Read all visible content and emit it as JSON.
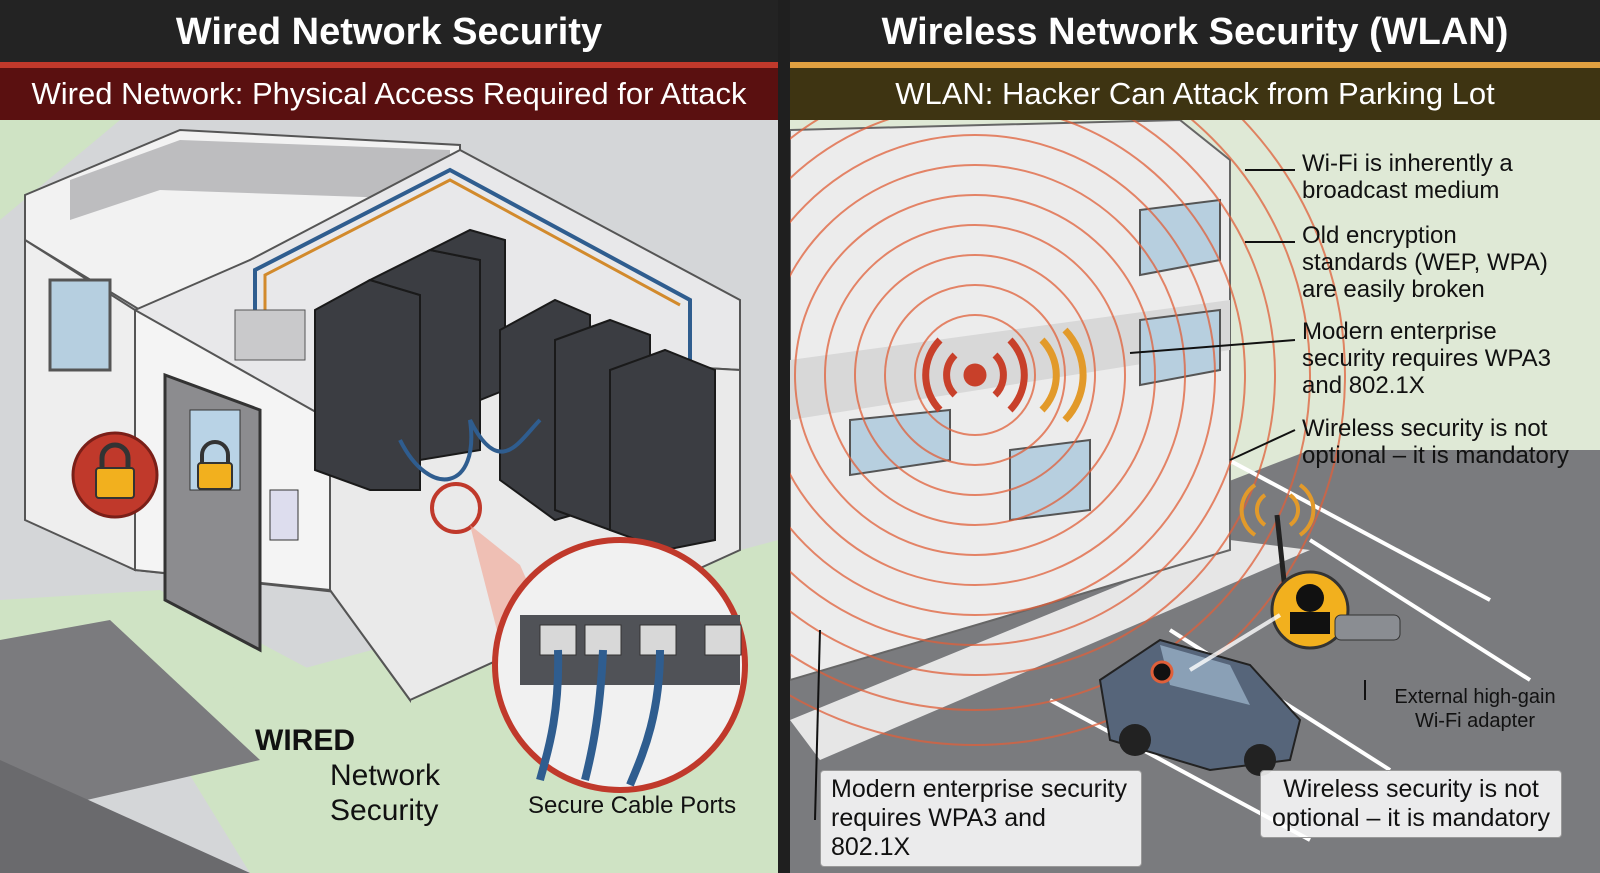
{
  "colors": {
    "wired_accent": "#c0392b",
    "wired_band": "#5a1010",
    "wlan_accent": "#e0a040",
    "wlan_band": "#3e3412",
    "signal": "#e0603a",
    "hacker_circle": "#f2b01e"
  },
  "wired": {
    "title": "Wired Network Security",
    "subtitle": "Wired Network: Physical Access Required for Attack",
    "label_bold": "WIRED",
    "label_line2": "Network",
    "label_line3": "Security",
    "ports_label": "Secure Cable Ports",
    "icons": [
      "padlock-icon",
      "server-rack-icon",
      "network-port-icon",
      "badge-reader-icon"
    ]
  },
  "wlan": {
    "title": "Wireless Network Security (WLAN)",
    "subtitle": "WLAN: Hacker Can Attack from Parking Lot",
    "callouts": [
      "Wi-Fi is inherently a broadcast medium",
      "Old encryption standards (WEP, WPA) are easily broken",
      "Modern enterprise security requires WPA3 and 802.1X",
      "Wireless security is not optional – it is mandatory"
    ],
    "adapter_label": "External high-gain Wi-Fi adapter",
    "box_left": "Modern enterprise security requires WPA3 and 802.1X",
    "box_right": "Wireless security is not optional – it is mandatory",
    "icons": [
      "wifi-router-icon",
      "hacker-icon",
      "antenna-icon",
      "car-icon",
      "usb-adapter-icon"
    ]
  }
}
